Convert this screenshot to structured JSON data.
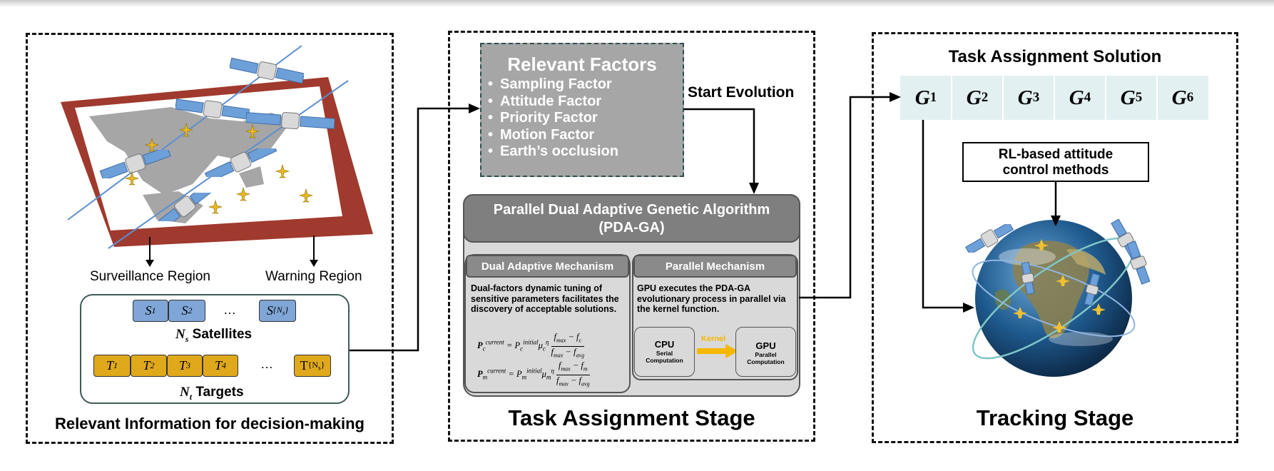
{
  "panel1": {
    "caption": "Relevant Information for decision-making",
    "label_surveillance": "Surveillance Region",
    "label_warning": "Warning Region",
    "satellites": [
      "S1",
      "S2",
      "…",
      "S{Ns}"
    ],
    "satellites_label": "Ns Satellites",
    "targets": [
      "T1",
      "T2",
      "T3",
      "T4",
      "…",
      "T{Ns}"
    ],
    "targets_label": "Nt Targets",
    "colors": {
      "warning_region": "#a0392e",
      "satellite_pill": "#7fa6d6",
      "target_pill": "#e0a91b"
    }
  },
  "panel2": {
    "factors_title": "Relevant Factors",
    "factors": [
      "Sampling Factor",
      "Attitude Factor",
      "Priority Factor",
      "Motion Factor",
      "Earth’s occlusion"
    ],
    "start_evolution": "Start Evolution",
    "algorithm_title_line1": "Parallel Dual Adaptive Genetic Algorithm",
    "algorithm_title_line2": "(PDA-GA)",
    "dual_header": "Dual Adaptive Mechanism",
    "dual_text": "Dual-factors dynamic tuning of sensitive parameters facilitates the discovery of acceptable solutions.",
    "parallel_header": "Parallel Mechanism",
    "parallel_text": "GPU executes the PDA-GA evolutionary process in parallel via the kernel function.",
    "cpu_title": "CPU",
    "cpu_sub": "Serial Computation",
    "kernel_label": "Kernel",
    "gpu_title": "GPU",
    "gpu_sub": "Parallel Computation",
    "caption": "Task Assignment Stage",
    "colors": {
      "factors_bg": "#a6a6a6",
      "kernel_arrow": "#f5b800"
    }
  },
  "panel3": {
    "title": "Task Assignment Solution",
    "genes": [
      "G1",
      "G2",
      "G3",
      "G4",
      "G5",
      "G6"
    ],
    "rl_line1": "RL-based attitude",
    "rl_line2": "control methods",
    "caption": "Tracking Stage",
    "colors": {
      "gene_bg": "#e3f0f1"
    }
  }
}
